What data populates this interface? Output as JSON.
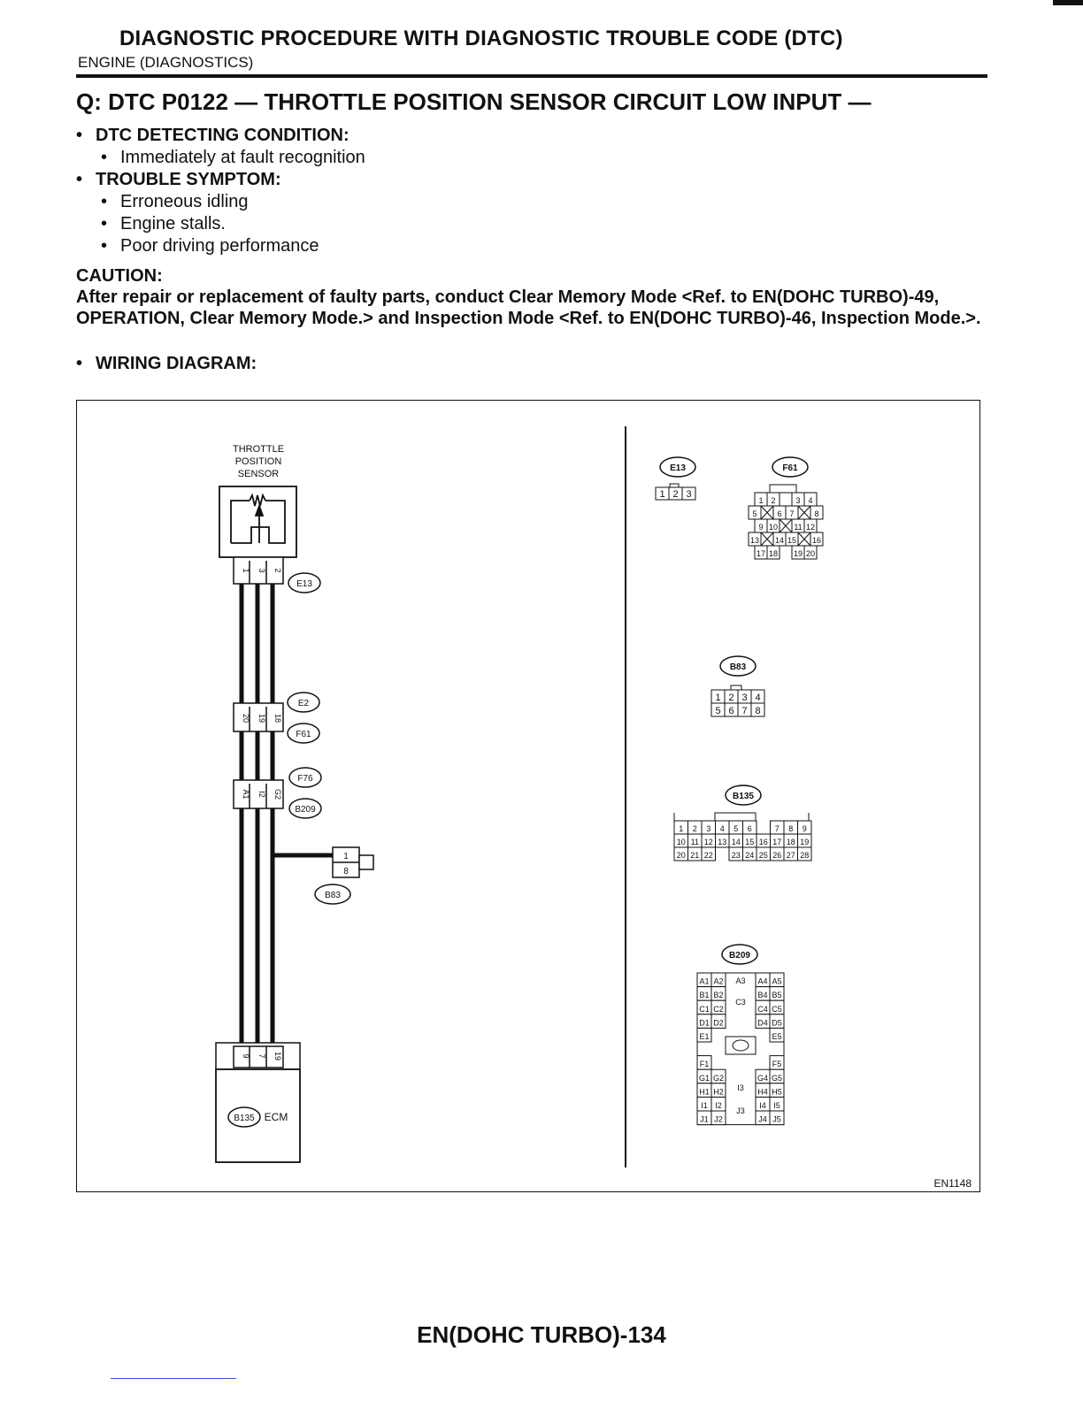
{
  "header": {
    "title": "DIAGNOSTIC PROCEDURE WITH DIAGNOSTIC TROUBLE CODE (DTC)",
    "section": "ENGINE (DIAGNOSTICS)"
  },
  "dtc": {
    "heading": "Q:  DTC P0122 — THROTTLE POSITION SENSOR CIRCUIT LOW INPUT —",
    "detecting_label": "DTC DETECTING CONDITION:",
    "detecting_items": [
      "Immediately at fault recognition"
    ],
    "symptom_label": "TROUBLE SYMPTOM:",
    "symptom_items": [
      "Erroneous idling",
      "Engine stalls.",
      "Poor driving performance"
    ],
    "caution_label": "CAUTION:",
    "caution_text": "After repair or replacement of faulty parts, conduct Clear Memory Mode <Ref. to EN(DOHC TURBO)-49, OPERATION, Clear Memory Mode.> and Inspection Mode <Ref. to EN(DOHC TURBO)-46, Inspection Mode.>.",
    "wiring_label": "WIRING DIAGRAM:",
    "bullet": "•"
  },
  "diagram": {
    "sensor_label": [
      "THROTTLE",
      "POSITION",
      "SENSOR"
    ],
    "ecm_label": "ECM",
    "figure_code": "EN1148",
    "sensor_pins": [
      "1",
      "3",
      "2"
    ],
    "joint_e2_pins": [
      "20",
      "19",
      "18"
    ],
    "joint_f76_pins": [
      "A1",
      "I2",
      "G2"
    ],
    "ecm_pins": [
      "9",
      "7",
      "19"
    ],
    "b83_pins": [
      "1",
      "8"
    ],
    "connectors": {
      "e13": "E13",
      "e2": "E2",
      "f61": "F61",
      "f76": "F76",
      "b209": "B209",
      "b83": "B83",
      "b135": "B135"
    },
    "e13_face": [
      "1",
      "2",
      "3"
    ],
    "f61_face": [
      [
        "1",
        "2",
        "",
        "3",
        "4"
      ],
      [
        "5",
        "X",
        "6",
        "7",
        "X",
        "8"
      ],
      [
        "9",
        "10",
        "X",
        "11",
        "12"
      ],
      [
        "13",
        "X",
        "14",
        "15",
        "X",
        "16"
      ],
      [
        "17",
        "18",
        "",
        "19",
        "20"
      ]
    ],
    "b83_face": [
      [
        "1",
        "2",
        "3",
        "4"
      ],
      [
        "5",
        "6",
        "7",
        "8"
      ]
    ],
    "b135_face": [
      [
        "1",
        "2",
        "3",
        "4",
        "5",
        "6",
        "",
        "7",
        "8",
        "9"
      ],
      [
        "10",
        "11",
        "12",
        "13",
        "14",
        "15",
        "16",
        "17",
        "18",
        "19"
      ],
      [
        "20",
        "21",
        "22",
        "",
        "23",
        "24",
        "25",
        "26",
        "27",
        "28"
      ]
    ],
    "b209_face": {
      "left": [
        [
          "A1",
          "A2"
        ],
        [
          "B1",
          "B2"
        ],
        [
          "C1",
          "C2"
        ],
        [
          "D1",
          "D2"
        ],
        [
          "E1",
          ""
        ],
        [
          "",
          ""
        ],
        [
          "F1",
          ""
        ],
        [
          "G1",
          "G2"
        ],
        [
          "H1",
          "H2"
        ],
        [
          "I1",
          "I2"
        ],
        [
          "J1",
          "J2"
        ]
      ],
      "right": [
        [
          "A4",
          "A5"
        ],
        [
          "B4",
          "B5"
        ],
        [
          "C4",
          "C5"
        ],
        [
          "D4",
          "D5"
        ],
        [
          "",
          "E5"
        ],
        [
          "",
          ""
        ],
        [
          "",
          "F5"
        ],
        [
          "G4",
          "G5"
        ],
        [
          "H4",
          "H5"
        ],
        [
          "I4",
          "I5"
        ],
        [
          "J4",
          "J5"
        ]
      ],
      "center": [
        "A3",
        "C3",
        "I3",
        "J3"
      ]
    }
  },
  "footer": {
    "page_number": "EN(DOHC TURBO)-134"
  }
}
